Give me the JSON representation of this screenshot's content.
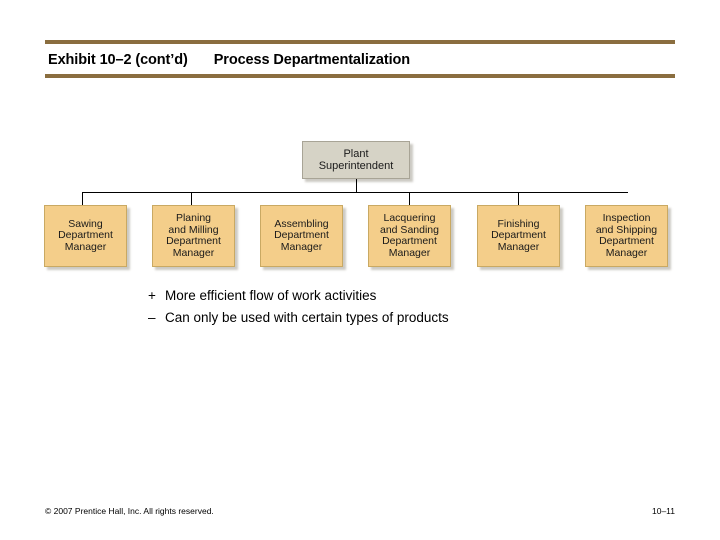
{
  "slide": {
    "header": {
      "exhibit_label": "Exhibit 10–2 (cont’d)",
      "title": "Process Departmentalization",
      "rule_color": "#8a6d3f"
    },
    "org_chart": {
      "root": {
        "label": "Plant\nSuperintendent",
        "fill_color": "#d6d3c6"
      },
      "departments": [
        {
          "label": "Sawing\nDepartment\nManager",
          "fill_color": "#f4ce8a"
        },
        {
          "label": "Planing\nand Milling\nDepartment\nManager",
          "fill_color": "#f4ce8a"
        },
        {
          "label": "Assembling\nDepartment\nManager",
          "fill_color": "#f4ce8a"
        },
        {
          "label": "Lacquering\nand Sanding\nDepartment\nManager",
          "fill_color": "#f4ce8a"
        },
        {
          "label": "Finishing\nDepartment\nManager",
          "fill_color": "#f4ce8a"
        },
        {
          "label": "Inspection\nand Shipping\nDepartment\nManager",
          "fill_color": "#f4ce8a"
        }
      ]
    },
    "bullets": [
      {
        "mark": "+",
        "text": "More efficient flow of work activities"
      },
      {
        "mark": "–",
        "text": "Can only be used with certain types of products"
      }
    ],
    "footer": {
      "copyright": "© 2007 Prentice Hall, Inc. All rights reserved.",
      "page_number": "10–11"
    }
  }
}
